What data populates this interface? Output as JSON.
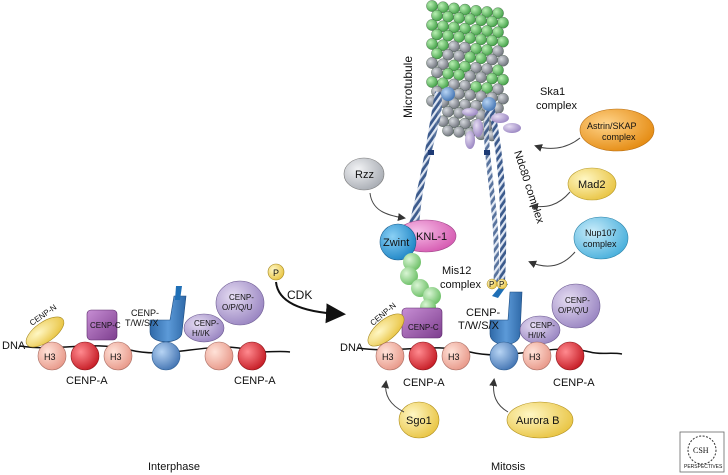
{
  "labels": {
    "microtubule": "Microtubule",
    "ska1_line1": "Ska1",
    "ska1_line2": "complex",
    "ndc80": "Ndc80 complex",
    "mis12_line1": "Mis12",
    "mis12_line2": "complex",
    "rzz": "Rzz",
    "zwint": "Zwint",
    "knl1": "KNL-1",
    "astrin_line1": "Astrin/SKAP",
    "astrin_line2": "complex",
    "mad2": "Mad2",
    "nup107_line1": "Nup107",
    "nup107_line2": "complex",
    "phospho": "P",
    "cdk": "CDK",
    "dna": "DNA",
    "h3": "H3",
    "cenpa": "CENP-A",
    "cenpn": "CENP-N",
    "cenpc": "CENP-C",
    "cenptwsx_line1": "CENP-",
    "cenptwsx_line2": "T/W/S/X",
    "cenphik_line1": "CENP-",
    "cenphik_line2": "H/I/K",
    "cenpopqu_line1": "CENP-",
    "cenpopqu_line2": "O/P/Q/U",
    "sgo1": "Sgo1",
    "aurorab": "Aurora B",
    "interphase": "Interphase",
    "mitosis": "Mitosis",
    "logo_line1": "CSH",
    "logo_line2": "PERSPECTIVES"
  },
  "colors": {
    "microtubule_green": "#5cb85c",
    "microtubule_gray": "#8a8f98",
    "h3_pink": "#f3b3a4",
    "cenpa_red": "#e0303a",
    "cenpc_purple": "#9a55a8",
    "cenpn_yellow": "#f5e27a",
    "cenptwsx_blue": "#5f8fc5",
    "cenphik_lavender": "#b7a3d3",
    "rzz_gray": "#c8cbd0",
    "zwint_cyan": "#3aa3de",
    "knl1_pink": "#e67fc6",
    "mis12_green": "#8fd08a",
    "astrin_orange": "#f2a22e",
    "mad2_yellow": "#f7e27a",
    "nup107_cyan": "#7dc8e8",
    "sgo1_yellow": "#f3c23a",
    "aurora_yellow": "#f0c54a",
    "cdk_p_yellow": "#f3c23a"
  }
}
